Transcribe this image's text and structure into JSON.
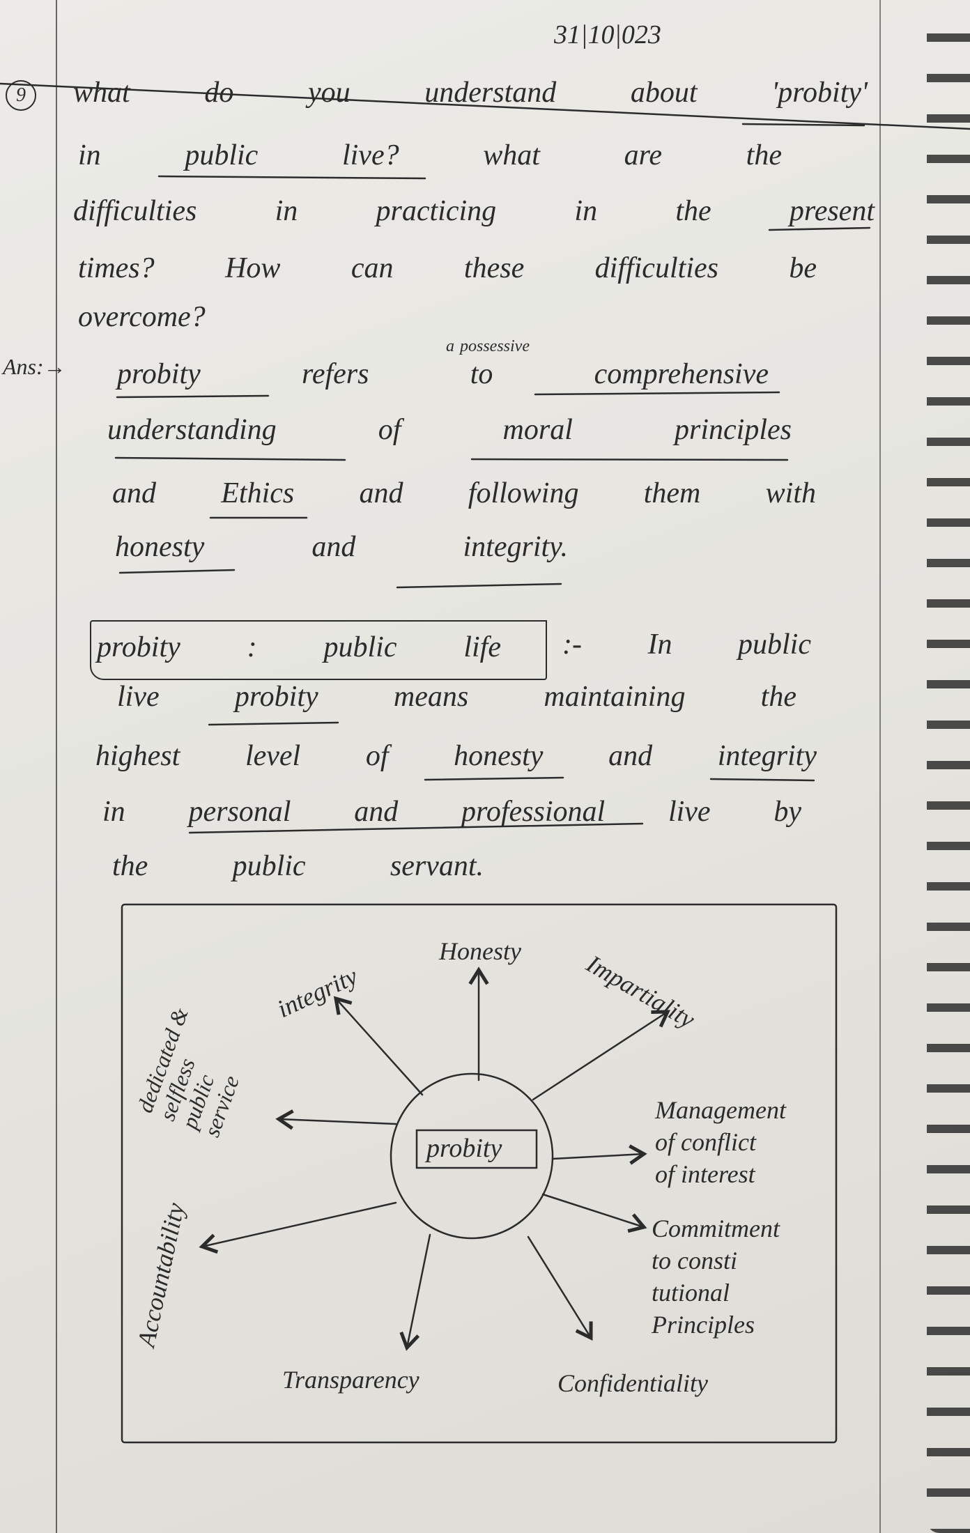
{
  "date": "31|10|023",
  "question": {
    "number": "9",
    "lines": [
      "what do you understand about 'probity'",
      "in public live? what are the",
      "difficulties in practicing in the present",
      "times? How can these difficulties be",
      "overcome?"
    ]
  },
  "answer": {
    "label": "Ans:→",
    "insert_above": "possessive",
    "insert_article": "a",
    "lines": [
      "probity refers to comprehensive",
      "understanding of moral principles",
      "and Ethics and following them with",
      "honesty and integrity."
    ],
    "box_heading": "probity : public life",
    "box_continuation": ":- In public",
    "paragraph": [
      "live probity means maintaining the",
      "highest level of honesty and integrity",
      "in personal and professional live by",
      "the public servant."
    ]
  },
  "diagram": {
    "center": "probity",
    "labels": {
      "honesty": "Honesty",
      "integrity": "integrity",
      "impartiality": "Impartiality",
      "dedicated": [
        "dedicated &",
        "selfless",
        "public",
        "service"
      ],
      "accountability": "Accountability",
      "management": [
        "Management",
        "of conflict",
        "of interest"
      ],
      "commitment": [
        "Commitment",
        "to consti",
        "tutional",
        "Principles"
      ],
      "transparency": "Transparency",
      "confidentiality": "Confidentiality"
    }
  }
}
